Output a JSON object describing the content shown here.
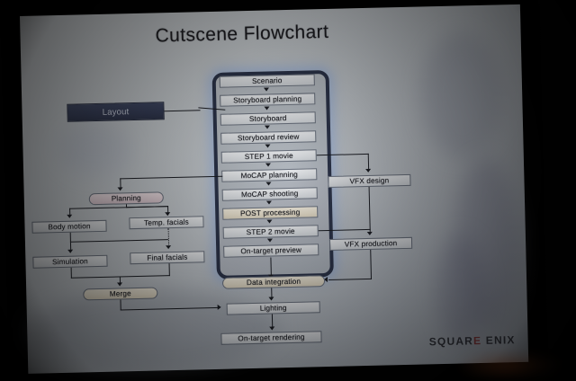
{
  "slide": {
    "title": "Cutscene Flowchart",
    "logo": {
      "part1": "SQUAR",
      "accent": "E",
      "part2": " ENIX"
    }
  },
  "layout_box": {
    "label": "Layout"
  },
  "main_column": [
    {
      "label": "Scenario"
    },
    {
      "label": "Storyboard planning"
    },
    {
      "label": "Storyboard"
    },
    {
      "label": "Storyboard review"
    },
    {
      "label": "STEP 1 movie"
    },
    {
      "label": "MoCAP planning"
    },
    {
      "label": "MoCAP shooting"
    },
    {
      "label": "POST processing"
    },
    {
      "label": "STEP 2 movie"
    },
    {
      "label": "On-target preview"
    }
  ],
  "left_cluster": [
    {
      "label": "Planning"
    },
    {
      "label": "Body motion"
    },
    {
      "label": "Temp. facials"
    },
    {
      "label": "Simulation"
    },
    {
      "label": "Final facials"
    },
    {
      "label": "Merge"
    }
  ],
  "right_cluster": [
    {
      "label": "VFX design"
    },
    {
      "label": "VFX production"
    }
  ],
  "bottom_column": [
    {
      "label": "Data integration"
    },
    {
      "label": "Lighting"
    },
    {
      "label": "On-target rendering"
    }
  ],
  "colors": {
    "screen": "#c7cccf",
    "box_fill": "#e4e7ea",
    "box_border": "#6d7480",
    "dark_box": "#333b56",
    "pink_box": "#e4d2d8",
    "cream_box": "#e8e0cd",
    "glow": "#79a0e6",
    "logo_accent": "#8c2b2b"
  }
}
